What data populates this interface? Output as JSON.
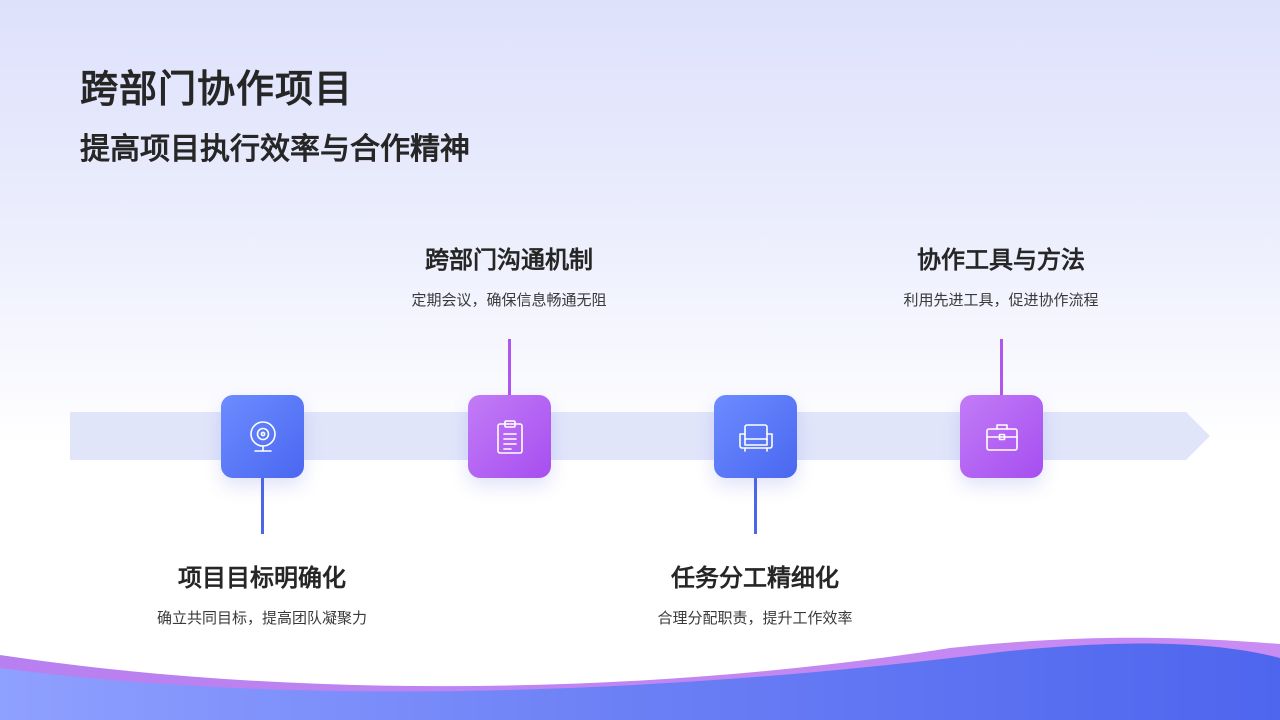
{
  "title": "跨部门协作项目",
  "subtitle": "提高项目执行效率与合作精神",
  "colors": {
    "blue_accent": "#4a67f0",
    "purple_accent": "#a64ef0",
    "timeline_bar": "#e1e5fa"
  },
  "steps": [
    {
      "title": "项目目标明确化",
      "desc": "确立共同目标，提高团队凝聚力",
      "icon": "webcam-icon",
      "color": "blue"
    },
    {
      "title": "跨部门沟通机制",
      "desc": "定期会议，确保信息畅通无阻",
      "icon": "clipboard-icon",
      "color": "purple"
    },
    {
      "title": "任务分工精细化",
      "desc": "合理分配职责，提升工作效率",
      "icon": "armchair-icon",
      "color": "blue"
    },
    {
      "title": "协作工具与方法",
      "desc": "利用先进工具，促进协作流程",
      "icon": "toolbox-icon",
      "color": "purple"
    }
  ]
}
